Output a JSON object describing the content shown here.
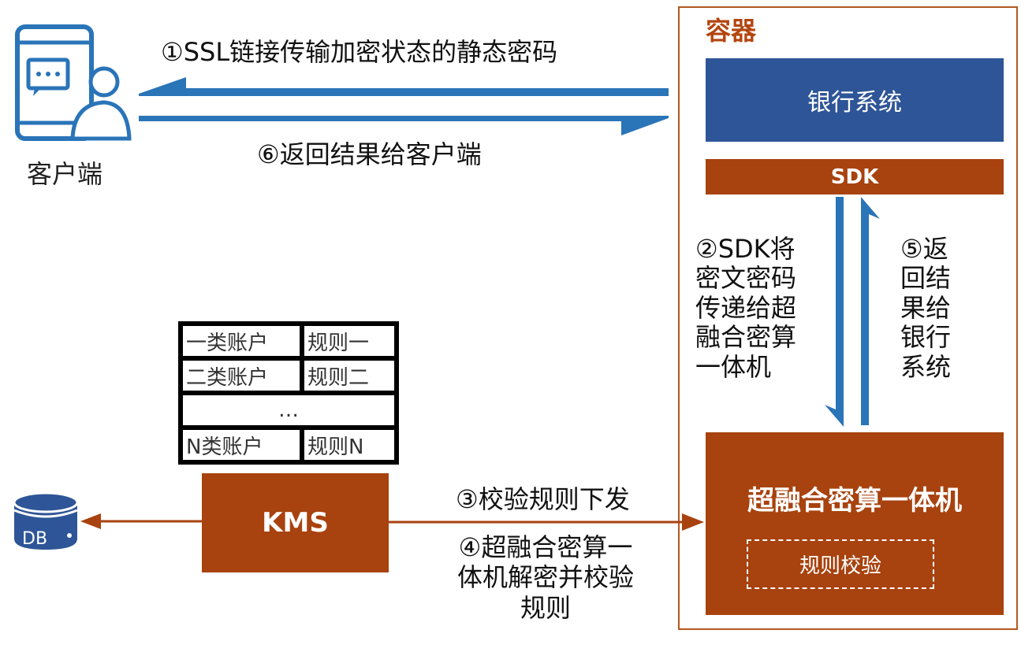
{
  "container": {
    "title": "容器"
  },
  "bank_system": {
    "label": "银行系统"
  },
  "sdk": {
    "label": "SDK"
  },
  "hyper_machine": {
    "label": "超融合密算一体机",
    "inner_box": "规则校验"
  },
  "kms": {
    "label": "KMS"
  },
  "db": {
    "label": "DB"
  },
  "client": {
    "label": "客户端"
  },
  "steps": {
    "step1": "①SSL链接传输加密状态的静态密码",
    "step6": "⑥返回结果给客户端",
    "step2": [
      "②SDK将",
      "密文密码",
      "传递给超",
      "融合密算",
      "一体机"
    ],
    "step5": [
      "⑤返",
      "回结",
      "果给",
      "银行",
      "系统"
    ],
    "step3": "③校验规则下发",
    "step4": [
      "④超融合密算一",
      "体机解密并校验",
      "规则"
    ]
  },
  "rules_table": {
    "rows": [
      [
        "一类账户",
        "规则一"
      ],
      [
        "二类账户",
        "规则二"
      ],
      [
        "…"
      ],
      [
        "N类账户",
        "规则N"
      ]
    ]
  },
  "colors": {
    "brand_blue": "#2e5597",
    "brand_orange": "#a8420e",
    "arrow_blue": "#2a74b8"
  }
}
